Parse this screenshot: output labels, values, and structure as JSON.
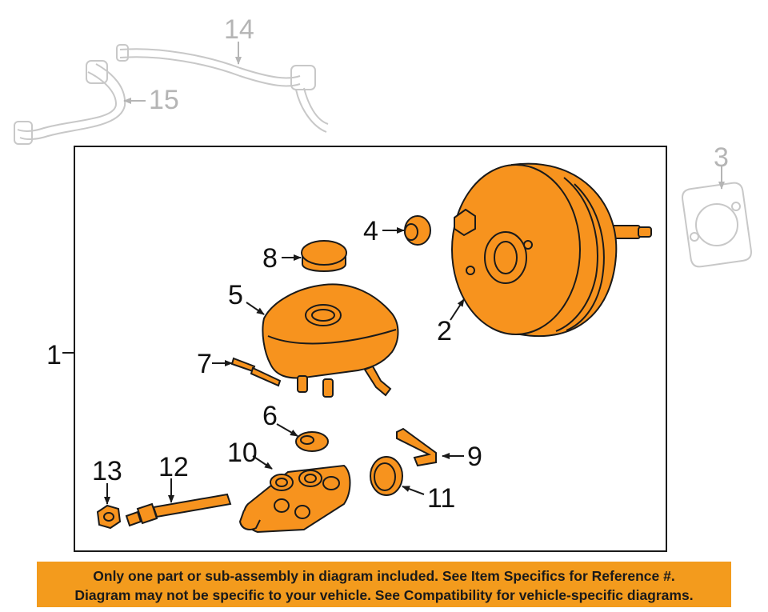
{
  "colors": {
    "part_fill": "#f7931e",
    "outline": "#1a1a1a",
    "ghost": "#c8c8c8",
    "banner": "#f39b1d"
  },
  "callouts": {
    "c1": "1",
    "c2": "2",
    "c3": "3",
    "c4": "4",
    "c5": "5",
    "c6": "6",
    "c7": "7",
    "c8": "8",
    "c9": "9",
    "c10": "10",
    "c11": "11",
    "c12": "12",
    "c13": "13",
    "c14": "14",
    "c15": "15"
  },
  "footer": {
    "line1": "Only one part or sub-assembly in diagram included. See Item Specifics for Reference #.",
    "line2": "Diagram may not be specific to your vehicle. See Compatibility for vehicle-specific diagrams."
  }
}
